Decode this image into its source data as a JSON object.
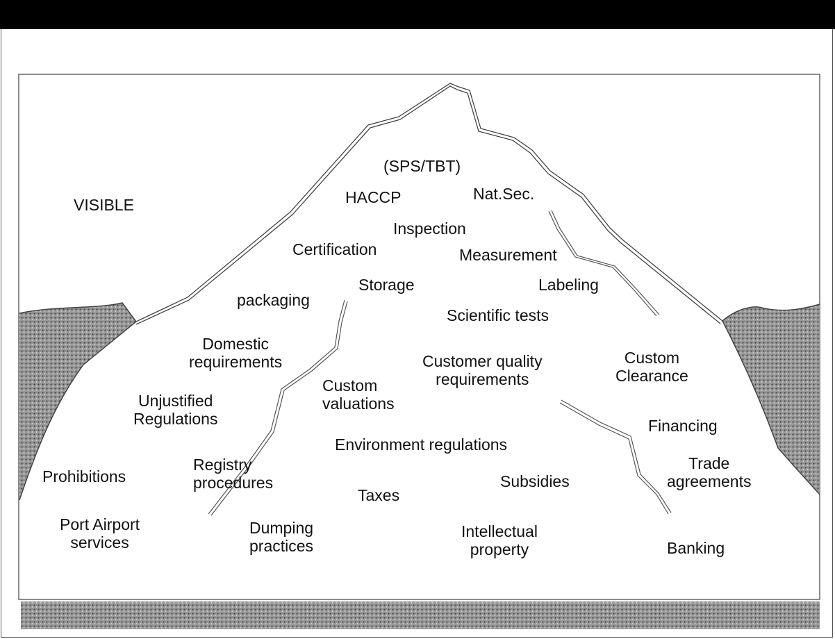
{
  "labels": {
    "visible": "VISIBLE",
    "sps_tbt": "(SPS/TBT)",
    "haccp": "HACCP",
    "nat_sec": "Nat.Sec.",
    "inspection": "Inspection",
    "certification": "Certification",
    "measurement": "Measurement",
    "storage": "Storage",
    "labeling": "Labeling",
    "packaging": "packaging",
    "scientific_tests": "Scientific tests",
    "domestic_requirements": "Domestic\nrequirements",
    "customer_quality": "Customer quality\nrequirements",
    "custom_clearance": "Custom\nClearance",
    "custom_valuations": "Custom\nvaluations",
    "unjustified_regulations": "Unjustified\nRegulations",
    "financing": "Financing",
    "environment_regulations": "Environment regulations",
    "trade_agreements": "Trade\nagreements",
    "registry_procedures": "Registry\nprocedures",
    "prohibitions": "Prohibitions",
    "subsidies": "Subsidies",
    "taxes": "Taxes",
    "port_airport_services": "Port Airport\nservices",
    "dumping_practices": "Dumping\npractices",
    "intellectual_property": "Intellectual\nproperty",
    "banking": "Banking"
  },
  "colors": {
    "top_bar": "#000000",
    "water": "#8a8a8a",
    "outline": "#555555"
  }
}
